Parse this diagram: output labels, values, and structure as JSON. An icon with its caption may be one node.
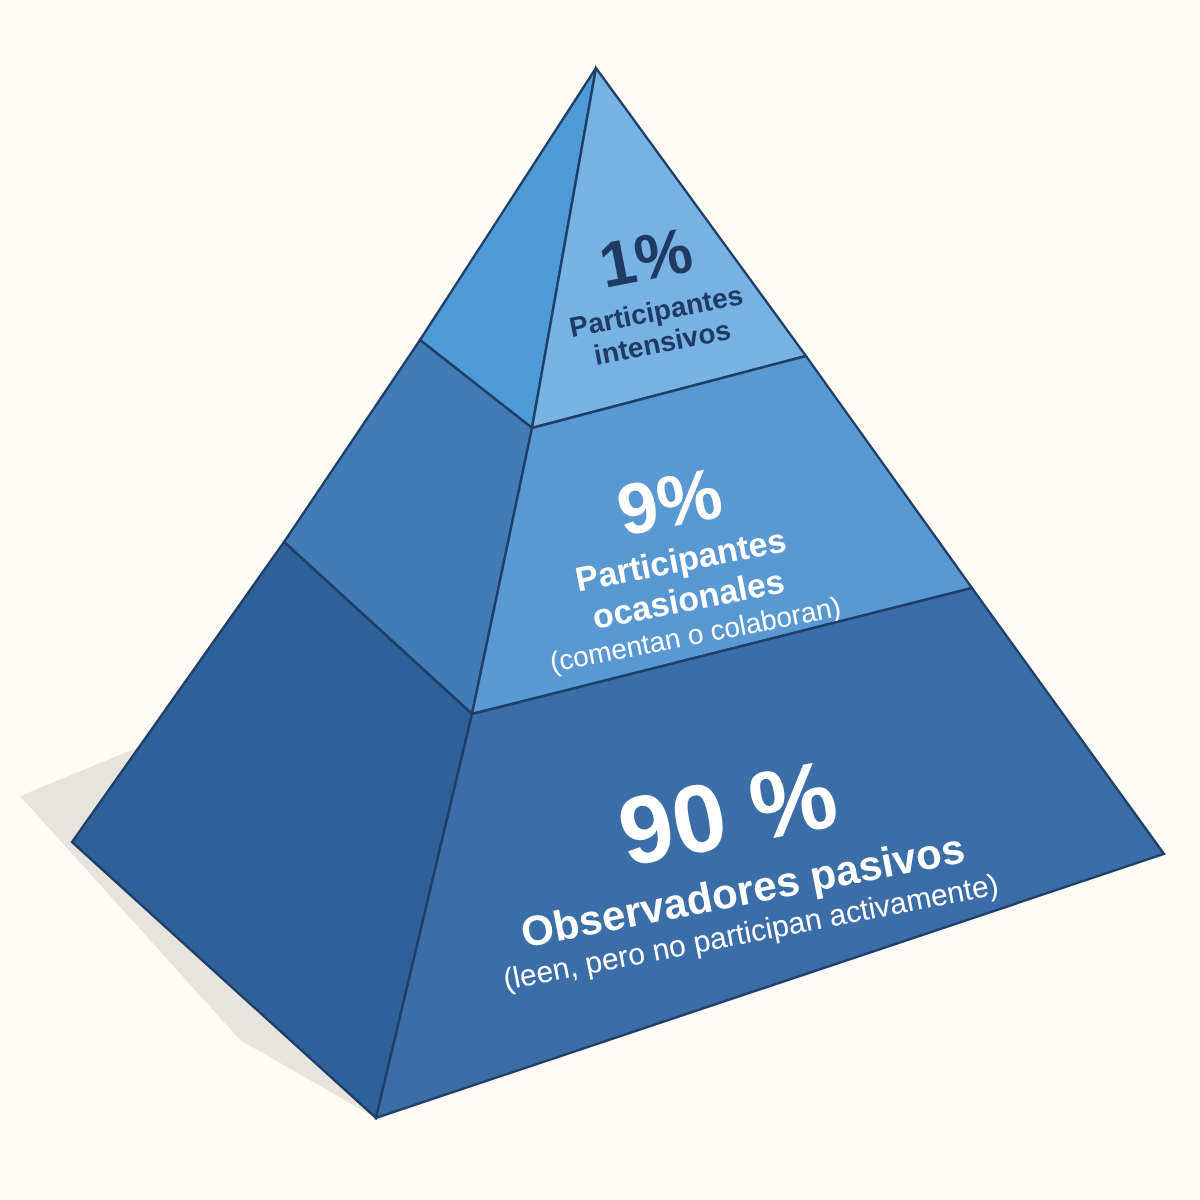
{
  "diagram": {
    "nodes": [
      {
        "text": [
          "1%",
          "Participantes intensivos"
        ]
      },
      {
        "text": [
          "9%",
          "Participantes ocasionales",
          "(comentan o colaboran)"
        ]
      },
      {
        "text": [
          "90 %",
          "Observadores pasivos",
          "(leen, pero no participan activamente)"
        ]
      }
    ]
  }
}
